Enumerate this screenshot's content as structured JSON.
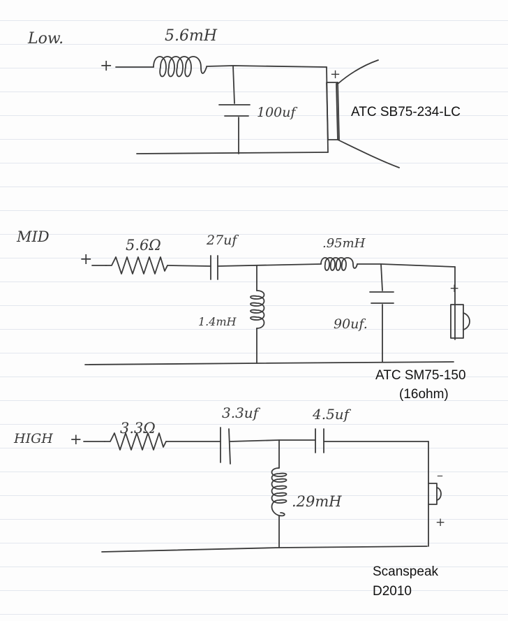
{
  "low": {
    "section_label": "Low.",
    "plus": "+",
    "inductor": "5.6mH",
    "capacitor": "100uf",
    "driver_plus": "+",
    "driver": "ATC SB75-234-LC"
  },
  "mid": {
    "section_label": "MID",
    "plus": "+",
    "resistor": "5.6Ω",
    "series_cap": "27uf",
    "series_inductor": ".95mH",
    "shunt_inductor": "1.4mH",
    "shunt_cap": "90uf.",
    "driver_plus": "+",
    "driver": "ATC SM75-150",
    "driver_impedance": "(16ohm)"
  },
  "high": {
    "section_label": "HIGH",
    "plus": "+",
    "resistor": "3.3Ω",
    "cap1": "3.3uf",
    "cap2": "4.5uf",
    "shunt_inductor": ".29mH",
    "driver_minus": "–",
    "driver_plus": "+",
    "driver": "Scanspeak",
    "driver_model": "D2010"
  }
}
